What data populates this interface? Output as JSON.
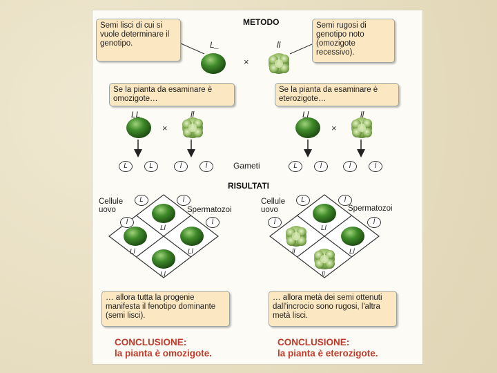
{
  "method": {
    "title": "METODO",
    "left_box": "Semi lisci di cui si vuole determinare il genotipo.",
    "right_box": "Semi rugosi di genotipo noto (omozigote recessivo).",
    "geno_unknown": "L_",
    "geno_recessive": "ll",
    "cross": "×"
  },
  "cases": {
    "homo_box": "Se la pianta da esaminare è omozigote…",
    "hetero_box": "Se la pianta da esaminare è eterozigote…",
    "homo_geno_a": "LL",
    "homo_geno_b": "ll",
    "hetero_geno_a": "Ll",
    "hetero_geno_b": "ll"
  },
  "gametes": {
    "label": "Gameti",
    "homo": [
      "L",
      "L",
      "l",
      "l"
    ],
    "hetero": [
      "L",
      "l",
      "l",
      "l"
    ]
  },
  "results": {
    "title": "RISULTATI",
    "egg_label": "Cellule uovo",
    "sperm_label": "Spermatozoi",
    "homo": {
      "eggs": [
        "L",
        "l"
      ],
      "sperm": [
        "l",
        "l"
      ],
      "cells": [
        "Ll",
        "Ll",
        "Ll",
        "Ll"
      ]
    },
    "hetero": {
      "eggs": [
        "L",
        "l"
      ],
      "sperm": [
        "l",
        "l"
      ],
      "cells": [
        "Ll",
        "ll",
        "Ll",
        "ll"
      ]
    }
  },
  "outcomes": {
    "homo": "… allora tutta la progenie manifesta il fenotipo dominante (semi lisci).",
    "hetero": "… allora metà dei semi ottenuti dall'incrocio sono rugosi, l'altra metà lisci."
  },
  "conclusions": {
    "homo_title": "CONCLUSIONE:",
    "homo_text": "la pianta è omozigote.",
    "hetero_title": "CONCLUSIONE:",
    "hetero_text": "la pianta è eterozigote."
  },
  "colors": {
    "smooth_seed": "#2f6b1e",
    "wrinkled_seed": "#9bbf6a",
    "box_fill": "#fbe7c2",
    "conclusion": "#c03a2b"
  }
}
